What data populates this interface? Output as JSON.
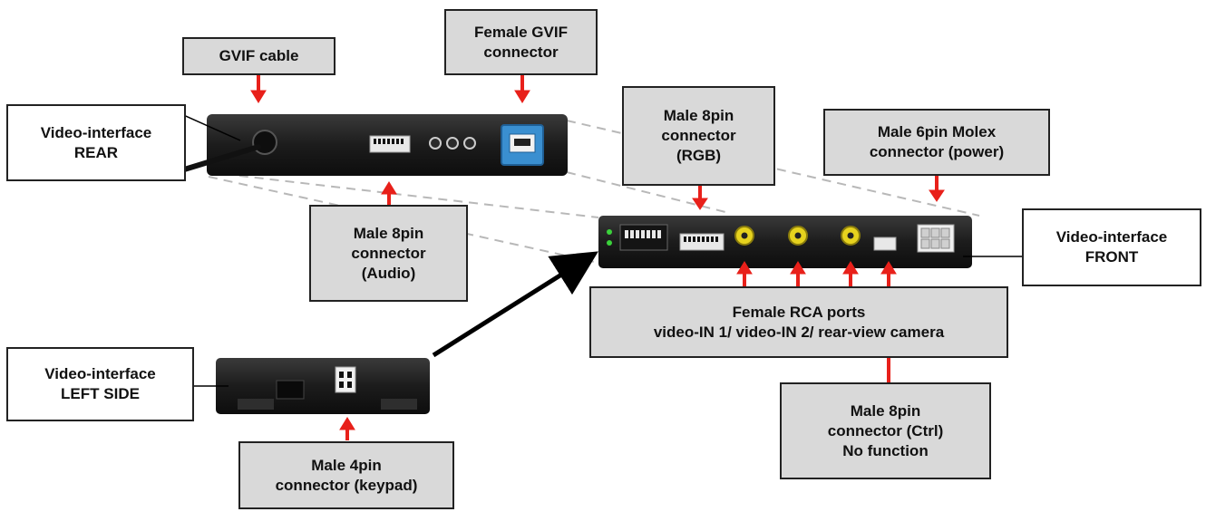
{
  "labels": {
    "gvif_cable": [
      "GVIF cable"
    ],
    "female_gvif": [
      "Female GVIF",
      "connector"
    ],
    "male8_rgb": [
      "Male 8pin",
      "connector",
      "(RGB)"
    ],
    "male6_molex": [
      "Male 6pin Molex",
      "connector (power)"
    ],
    "vi_rear": [
      "Video-interface",
      "REAR"
    ],
    "male8_audio": [
      "Male 8pin",
      "connector",
      "(Audio)"
    ],
    "vi_front": [
      "Video-interface",
      "FRONT"
    ],
    "rca_ports": [
      "Female RCA ports",
      "video-IN 1/ video-IN 2/ rear-view camera"
    ],
    "vi_left": [
      "Video-interface",
      "LEFT SIDE"
    ],
    "male8_ctrl": [
      "Male 8pin",
      "connector (Ctrl)",
      "No function"
    ],
    "male4_keypad": [
      "Male 4pin",
      "connector (keypad)"
    ]
  },
  "colors": {
    "label_fill": "#d9d9d9",
    "label_border": "#222222",
    "arrow_red": "#e8201a",
    "device_body": "#1b1b1b",
    "gvif_port": "#3a8fd0",
    "rca_yellow": "#e6d21e",
    "dashed_line": "#b8b8b8"
  }
}
